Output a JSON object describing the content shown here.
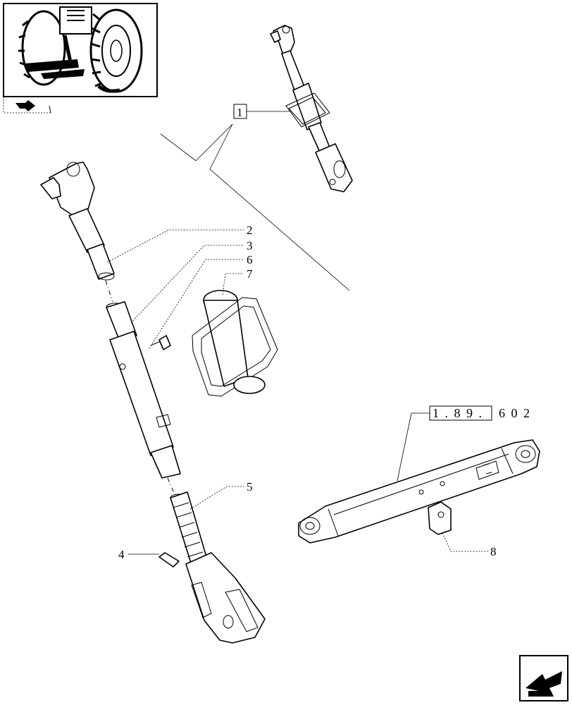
{
  "callouts": {
    "assembly": "1",
    "part_2": "2",
    "part_3": "3",
    "part_6": "6",
    "part_7": "7",
    "part_5": "5",
    "part_4": "4",
    "part_8": "8"
  },
  "reference": {
    "boxed": "1 . 8 9 .",
    "suffix": "6   0 2"
  },
  "icons": {
    "thumbnail": "tractor-rear-thumbnail",
    "nav_small": "arrow-nav-icon",
    "nav_large": "next-page-arrow-icon"
  }
}
